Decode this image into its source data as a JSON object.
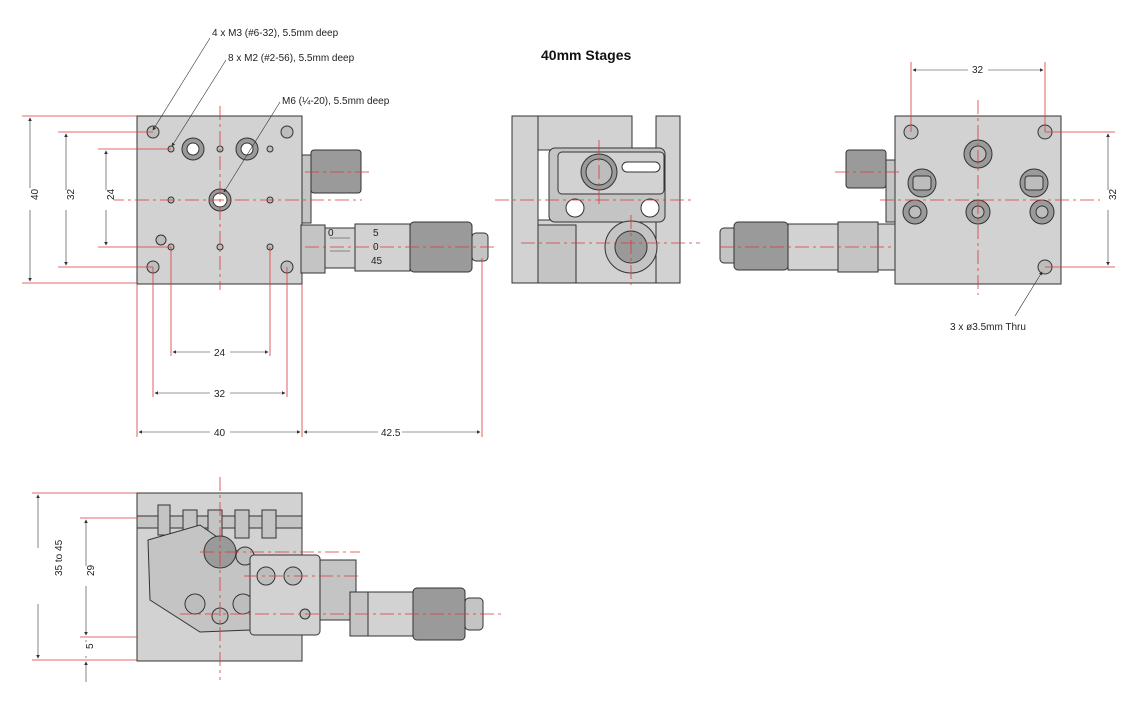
{
  "title": "40mm Stages",
  "top_view": {
    "note_m3": "4 x M3 (#6-32), 5.5mm deep",
    "note_m2": "8 x M2 (#2-56), 5.5mm deep",
    "note_m6": "M6 (¼-20), 5.5mm deep",
    "dim_height_40": "40",
    "dim_height_32": "32",
    "dim_height_24": "24",
    "dim_width_24": "24",
    "dim_width_32": "32",
    "dim_width_40": "40",
    "dim_micrometer": "42.5",
    "scale_0": "0",
    "scale_5": "5",
    "scale_0b": "0",
    "scale_45": "45"
  },
  "side_view": {},
  "bottom_view": {
    "dim_top_32": "32",
    "dim_right_32": "32",
    "note_thru": "3 x ø3.5mm Thru"
  },
  "front_view": {
    "dim_height": "35 to 45",
    "dim_29": "29",
    "dim_5": "5"
  }
}
